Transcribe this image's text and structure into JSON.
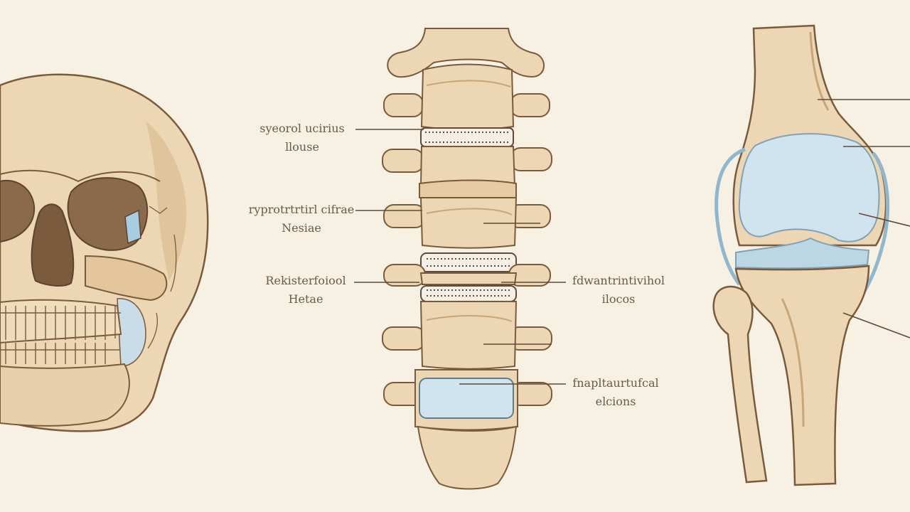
{
  "palette": {
    "background": "#f7f1e3",
    "bone": "#ecd6b4",
    "bone_shadow": "#d7b48a",
    "outline": "#7a5a3c",
    "cartilage": "#cfe4ee",
    "leader": "#5f4b3a"
  },
  "labels": {
    "spine_left_1": {
      "line1": "syeorol ucirius",
      "line2": "llouse"
    },
    "spine_left_2": {
      "line1": "ryprotrtrtirl cifrae",
      "line2": "Nesiae"
    },
    "spine_left_3": {
      "line1": "Rekisterfoiool",
      "line2": "Hetae"
    },
    "spine_right_1": {
      "line1": "fdwantrintivihol",
      "line2": "ilocos"
    },
    "spine_right_2": {
      "line1": "fnapltaurtufcal",
      "line2": "elcions"
    }
  }
}
